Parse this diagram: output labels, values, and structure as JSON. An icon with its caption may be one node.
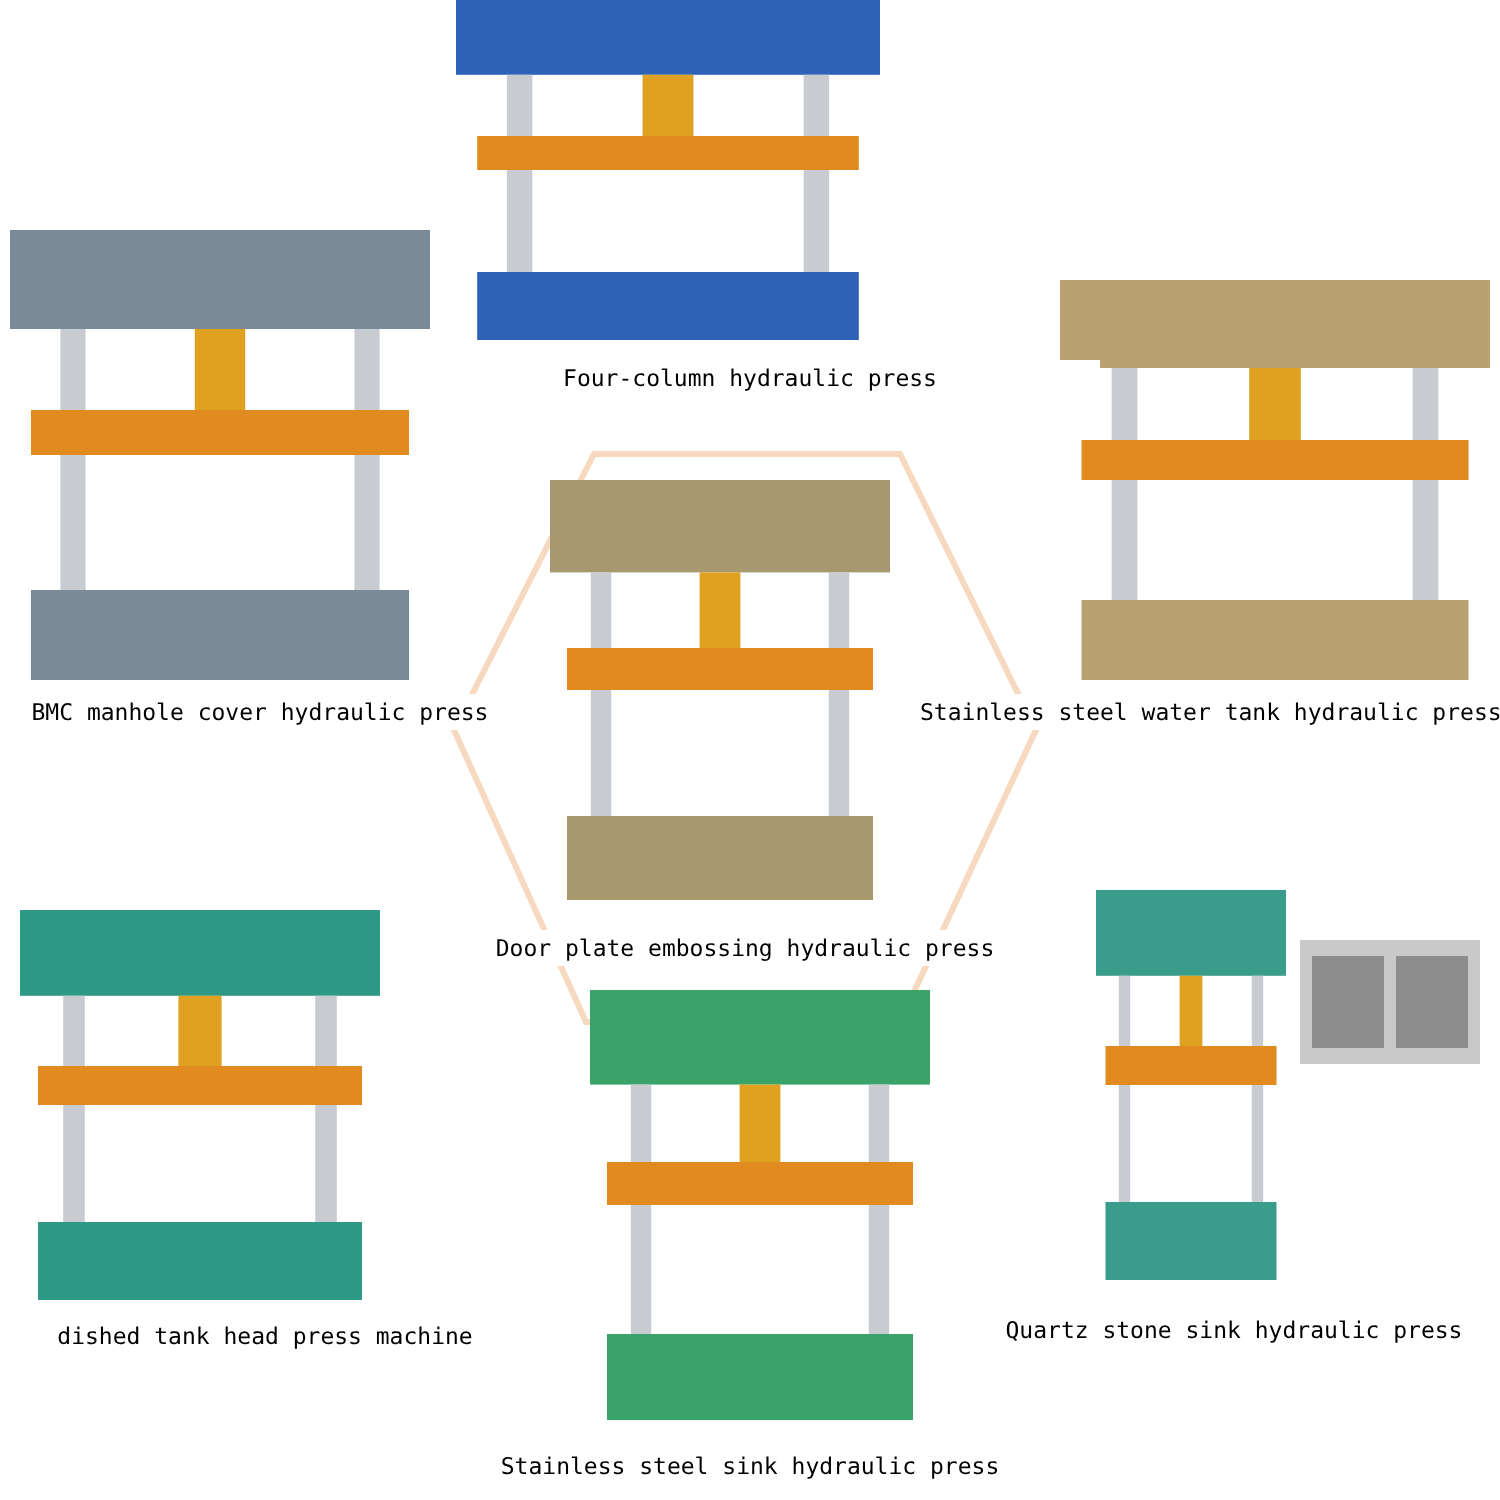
{
  "diagram": {
    "nodes": [
      {
        "text": [],
        "shape": "picture",
        "beside": [
          "Four-column hydraulic press"
        ]
      },
      {
        "text": [],
        "shape": "picture",
        "beside": [
          "BMC manhole cover hydraulic press"
        ]
      },
      {
        "text": [],
        "shape": "picture",
        "beside": [
          "Stainless steel water tank hydraulic press"
        ]
      },
      {
        "text": [
          "Door plate embossing hydraulic press"
        ]
      },
      {
        "text": [],
        "shape": "picture",
        "in": 3
      },
      {
        "text": [],
        "shape": "picture",
        "beside": [
          "dished tank head press machine"
        ]
      },
      {
        "text": [],
        "shape": "picture",
        "beside": [
          "Quartz stone sink hydraulic press"
        ]
      },
      {
        "text": [],
        "shape": "picture"
      },
      {
        "text": [],
        "shape": "picture",
        "beside": [
          "Stainless steel sink hydraulic press"
        ]
      }
    ]
  }
}
